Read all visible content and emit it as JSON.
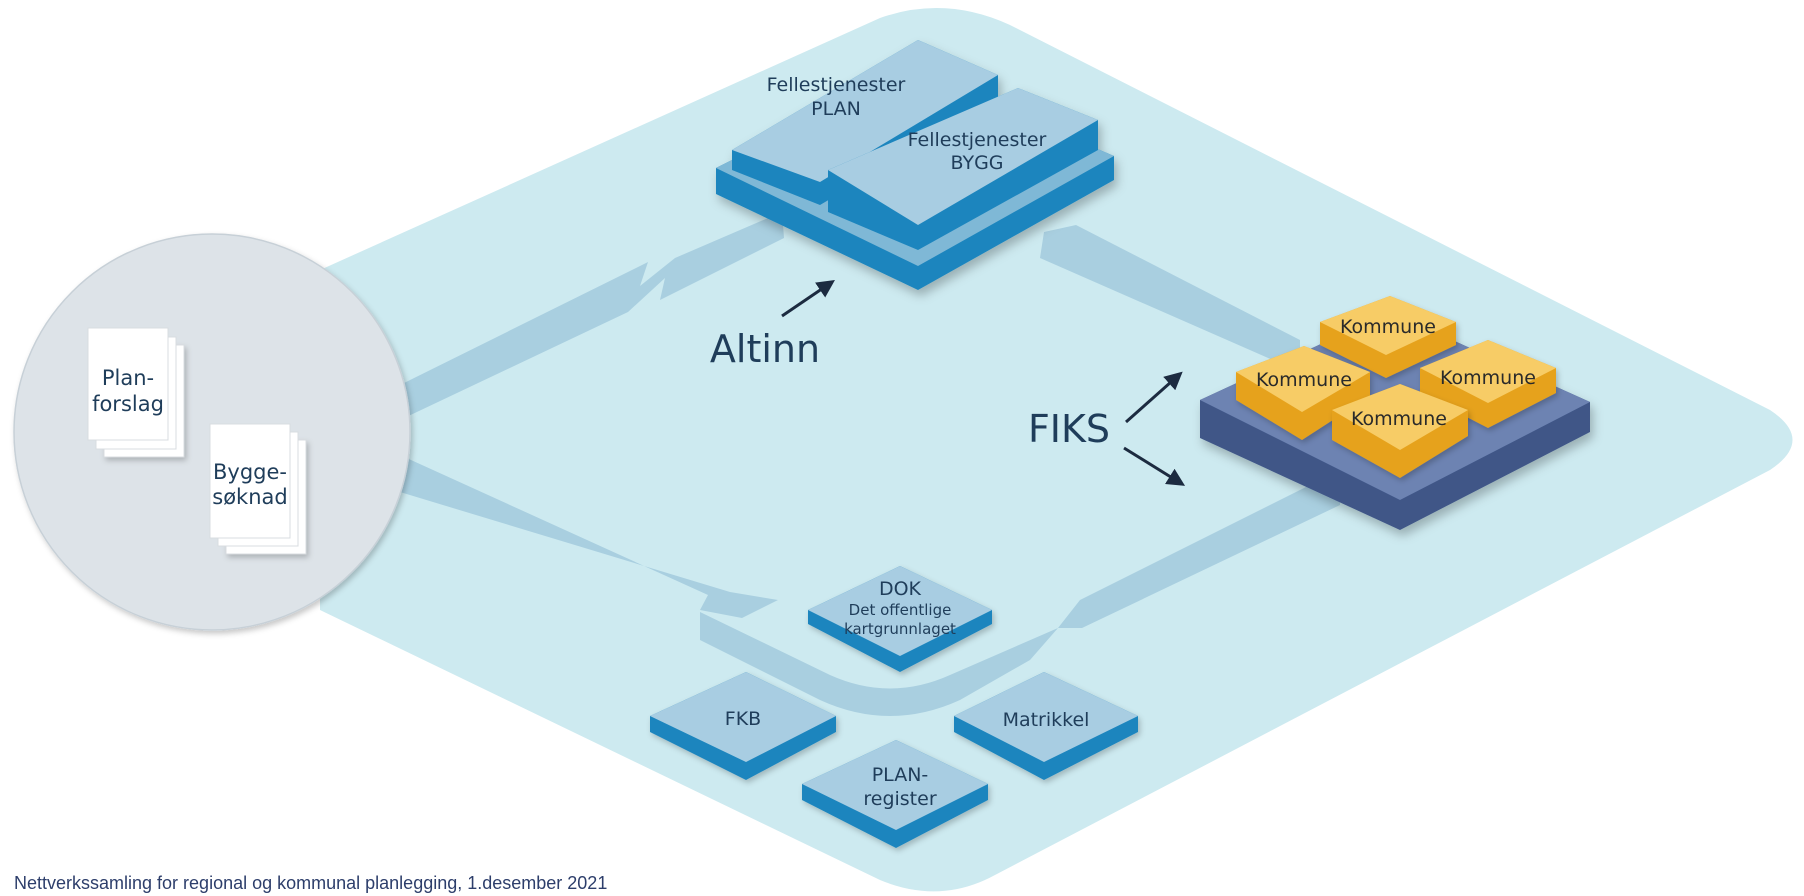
{
  "documents": {
    "plan_line1": "Plan-",
    "plan_line2": "forslag",
    "bygge_line1": "Bygge-",
    "bygge_line2": "søknad"
  },
  "altinn": {
    "label": "Altinn",
    "plan_line1": "Fellestjenester",
    "plan_line2": "PLAN",
    "bygg_line1": "Fellestjenester",
    "bygg_line2": "BYGG"
  },
  "fiks": {
    "label": "FIKS",
    "kommune_top": "Kommune",
    "kommune_left": "Kommune",
    "kommune_right": "Kommune",
    "kommune_bottom": "Kommune"
  },
  "registers": {
    "dok_line1": "DOK",
    "dok_line2": "Det offentlige",
    "dok_line3": "kartgrunnlaget",
    "fkb": "FKB",
    "matrikkel": "Matrikkel",
    "planreg_line1": "PLAN-",
    "planreg_line2": "register"
  },
  "footer": "Nettverkssamling for regional og kommunal planlegging, 1.desember 2021",
  "colors": {
    "diamond": "#cdeaf0",
    "flow": "#a9cfe0",
    "tile_top": "#a8cde2",
    "tile_side": "#1b85be",
    "kommune_top": "#f7cc66",
    "kommune_side": "#e6a21f",
    "fiks_base_top": "#6d83b2",
    "fiks_base_side": "#3f5687",
    "circle": "#dde3e8"
  }
}
